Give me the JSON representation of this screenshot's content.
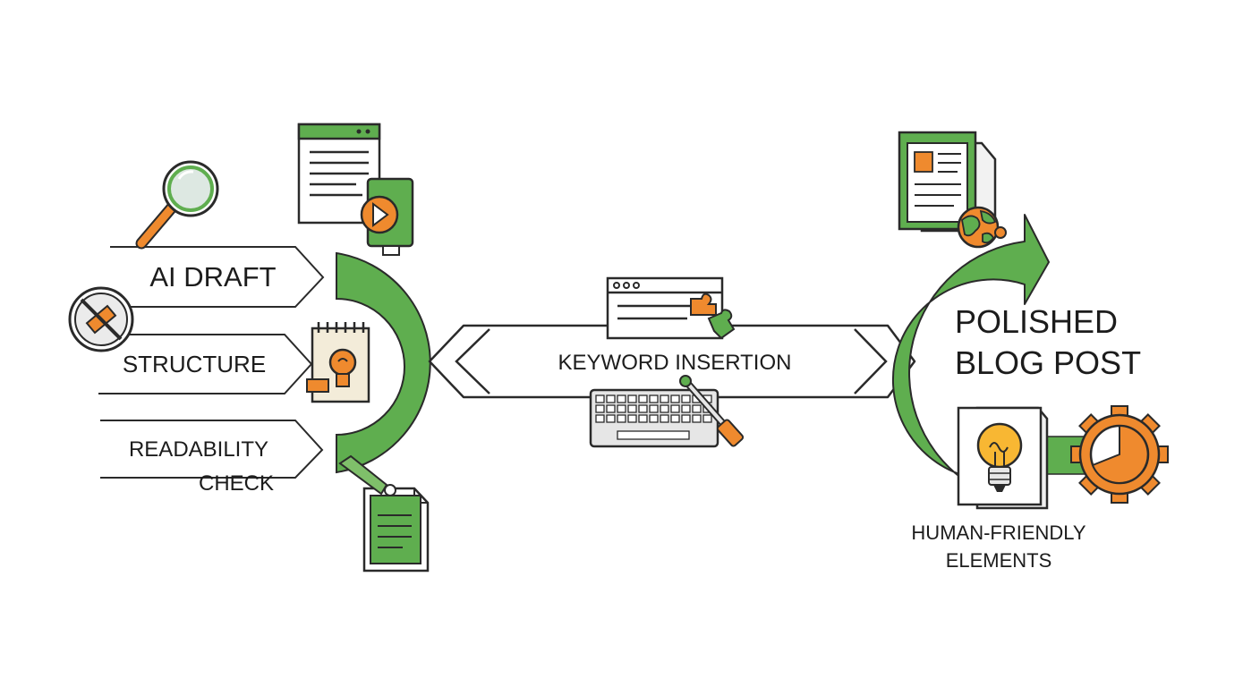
{
  "labels": {
    "ai_draft": "AI DRAFT",
    "structure": "STRUCTURE",
    "readability_line1": "READABILITY",
    "readability_line2": "CHECK",
    "keyword_insertion": "KEYWORD INSERTION",
    "polished_line1": "POLISHED",
    "polished_line2": "BLOG POST",
    "human_line1": "HUMAN-FRIENDLY",
    "human_line2": "ELEMENTS"
  },
  "colors": {
    "green": "#5fae4f",
    "orange": "#ef8a2e",
    "outline": "#2a2a2a",
    "light_gray": "#e6e6e6",
    "white": "#ffffff"
  },
  "icons": [
    "magnifier-icon",
    "no-symbol-icon",
    "browser-document-icon",
    "play-button-icon",
    "lightbulb-notepad-icon",
    "document-with-clip-icon",
    "browser-puzzle-icon",
    "keyboard-icon",
    "pen-tool-icon",
    "newspaper-document-icon",
    "globe-icon",
    "lightbulb-card-icon",
    "gear-chart-icon"
  ]
}
